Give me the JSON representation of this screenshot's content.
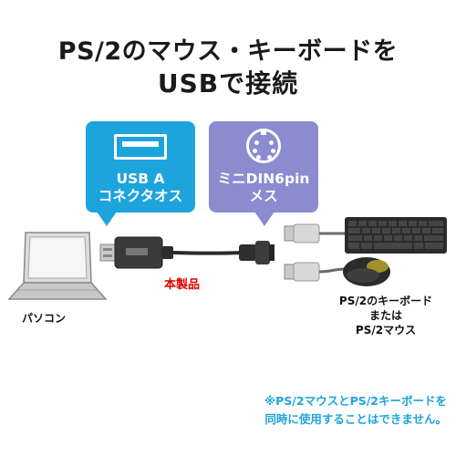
{
  "title": {
    "line1": "PS/2のマウス・キーボードを",
    "line2": "USBで接続"
  },
  "bubbles": {
    "usb": {
      "line1": "USB A",
      "line2": "コネクタオス",
      "icon": "usb-port-icon",
      "color": "#1ea4dc"
    },
    "din": {
      "line1": "ミニDIN6pin",
      "line2": "メス",
      "icon": "mini-din-icon",
      "color": "#8b8bd0"
    }
  },
  "labels": {
    "pc": "パソコン",
    "product": "本製品",
    "devices_line1": "PS/2のキーボード",
    "devices_line2": "または",
    "devices_line3": "PS/2マウス"
  },
  "note": {
    "line1": "※PS/2マウスとPS/2キーボードを",
    "line2": "同時に使用することはできません。"
  },
  "colors": {
    "accent_blue": "#1ea4dc",
    "accent_purple": "#8b8bd0",
    "product_red": "#e00000"
  }
}
